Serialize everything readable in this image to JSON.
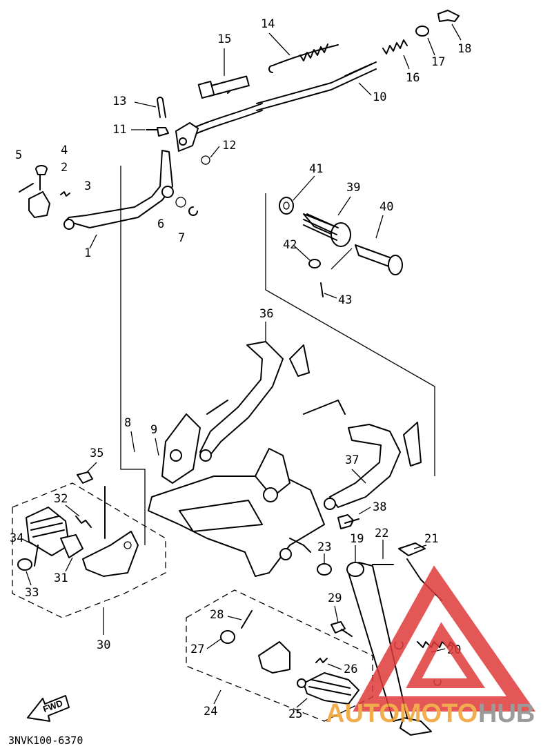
{
  "diagram": {
    "code": "3NVK100-6370",
    "fwd_label": "FWD",
    "part_numbers": [
      "1",
      "2",
      "3",
      "4",
      "5",
      "6",
      "7",
      "8",
      "9",
      "10",
      "11",
      "12",
      "13",
      "14",
      "15",
      "16",
      "17",
      "18",
      "19",
      "20",
      "21",
      "22",
      "23",
      "24",
      "25",
      "26",
      "27",
      "28",
      "29",
      "30",
      "31",
      "32",
      "33",
      "34",
      "35",
      "36",
      "37",
      "38",
      "39",
      "40",
      "41",
      "42",
      "43"
    ]
  },
  "watermark": {
    "word_1": "AUTOMOTO",
    "word_2": "HUB",
    "color_red": "#e03a3a",
    "color_orange": "#f0a030",
    "color_gray": "#8a8a8a"
  }
}
